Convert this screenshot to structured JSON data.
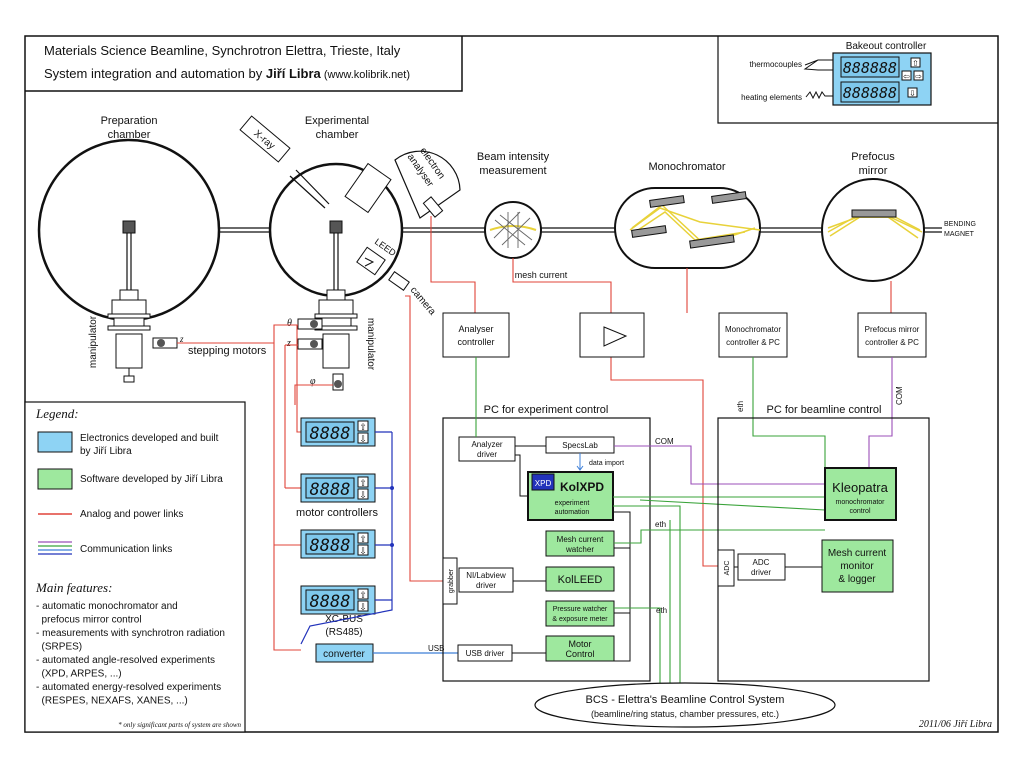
{
  "title": {
    "line1": "Materials Science Beamline, Synchrotron Elettra, Trieste, Italy",
    "line2_prefix": "System integration and automation by ",
    "line2_name": "Jiří Libra",
    "line2_suffix": " (www.kolibrik.net)"
  },
  "bakeout": {
    "title": "Bakeout controller",
    "thermocouples": "thermocouples",
    "heating": "heating elements",
    "display1": "888888",
    "display2": "888888"
  },
  "chambers": {
    "prep_l1": "Preparation",
    "prep_l2": "chamber",
    "exp_l1": "Experimental",
    "exp_l2": "chamber"
  },
  "beam": {
    "intensity_l1": "Beam intensity",
    "intensity_l2": "measurement",
    "mono": "Monochromator",
    "prefocus_l1": "Prefocus",
    "prefocus_l2": "mirror",
    "bending_l1": "BENDING",
    "bending_l2": "MAGNET",
    "mesh_current": "mesh current"
  },
  "labels": {
    "xray": "X-ray",
    "analyser_l1": "electron",
    "analyser_l2": "analyser",
    "leed": "LEED",
    "camera": "camera",
    "manipulator": "manipulator",
    "stepping": "stepping motors",
    "z": "z",
    "theta": "θ",
    "phi": "φ",
    "motor_controllers": "motor controllers",
    "xcbus_l1": "XC-BUS",
    "xcbus_l2": "(RS485)",
    "converter": "converter",
    "usb": "USB",
    "display": "8888",
    "up": "⇧",
    "down": "⇩",
    "left": "⇦",
    "right": "⇨"
  },
  "controllers": {
    "analyser_l1": "Analyser",
    "analyser_l2": "controller",
    "mono_l1": "Monochromator",
    "mono_l2": "controller & PC",
    "prefocus_l1": "Prefocus mirror",
    "prefocus_l2": "controller & PC"
  },
  "pc_exp": {
    "title": "PC for experiment control",
    "analyzer_l1": "Analyzer",
    "analyzer_l2": "driver",
    "specslab": "SpecsLab",
    "data_import": "data import",
    "com": "COM",
    "xpd_logo": "XPD",
    "kolxpd": "KolXPD",
    "kolxpd_sub1": "experiment",
    "kolxpd_sub2": "automation",
    "mesh_watch_l1": "Mesh current",
    "mesh_watch_l2": "watcher",
    "grabber": "grabber",
    "nilab_l1": "NI/Labview",
    "nilab_l2": "driver",
    "kolleed": "KolLEED",
    "pressure_l1": "Pressure watcher",
    "pressure_l2": "& exposure meter",
    "usbdrv": "USB driver",
    "motor_l1": "Motor",
    "motor_l2": "Control"
  },
  "pc_beam": {
    "title": "PC for beamline control",
    "eth": "eth",
    "com": "COM",
    "kleopatra": "Kleopatra",
    "kleo_sub1": "monochromator",
    "kleo_sub2": "control",
    "adc": "ADC",
    "adcdrv_l1": "ADC",
    "adcdrv_l2": "driver",
    "mesh_l1": "Mesh current",
    "mesh_l2": "monitor",
    "mesh_l3": "& logger"
  },
  "bcs": {
    "l1": "BCS - Elettra's Beamline Control System",
    "l2": "(beamline/ring status, chamber pressures, etc.)"
  },
  "legend": {
    "title": "Legend:",
    "blue_l1": "Electronics developed and built",
    "blue_l2": "by Jiří Libra",
    "green": "Software developed by Jiří Libra",
    "analog": "Analog and power links",
    "comm": "Communication links",
    "features_title": "Main features:",
    "features": [
      "- automatic monochromator and",
      "  prefocus mirror control",
      "- measurements with synchrotron radiation",
      "  (SRPES)",
      "- automated angle-resolved experiments",
      "  (XPD, ARPES, ...)",
      "- automated energy-resolved experiments",
      "  (RESPES, NEXAFS, XANES, ...)"
    ],
    "footnote": "* only significant parts of system are shown"
  },
  "signature": "2011/06 Jiří Libra",
  "colors": {
    "blue": "#8ed3f4",
    "green": "#9ee89e",
    "analog": "#e0443a",
    "comm_green": "#3aa33a",
    "comm_purple": "#9b4fb8",
    "comm_blue": "#3d7fd8",
    "comm_darkblue": "#2233bb",
    "beam": "#e8d23a"
  }
}
